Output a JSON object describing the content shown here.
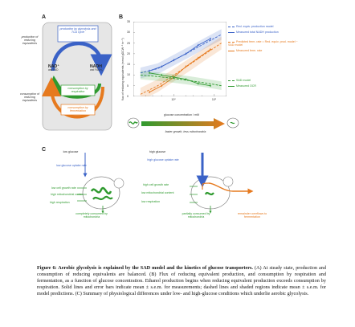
{
  "panels": {
    "a": "A",
    "b": "B",
    "c": "C"
  },
  "panel_a": {
    "production_label": "production of reducing equivalents",
    "consumption_label": "consumption of reducing equivalents",
    "production_box": "production by glycolysis and TCA cycle",
    "respiration_box": "consumption by respiration",
    "fermentation_box": "consumption by fermentation",
    "nad": "NAD⁺",
    "nad_sub": "and FAD",
    "nadh": "NADH",
    "nadh_sub": "and FADH₂"
  },
  "chart_data": {
    "type": "line",
    "ylabel": "flux of reducing equivalents (mmol gDCW⁻¹ hr⁻¹)",
    "xlabel": "glucose concentration / mM",
    "yticks": [
      0,
      5,
      10,
      15,
      20,
      25,
      30,
      35
    ],
    "ylim": [
      0,
      35
    ],
    "xticks_labels": [
      "10⁰",
      "10¹"
    ],
    "xscale": "log",
    "bottom_left_label": "faster growth, less mitochondria",
    "legend": [
      {
        "name": "Red. equiv. production model",
        "color": "#3a62c7"
      },
      {
        "name": "Measured total NADH production",
        "color": "#3a62c7"
      },
      {
        "name": "Predicted ferm. rate = Red. equiv. prod. model − SAD model",
        "color": "#e67a1f"
      },
      {
        "name": "Measured ferm. rate",
        "color": "#e67a1f"
      },
      {
        "name": "SAD model",
        "color": "#2f9a2f"
      },
      {
        "name": "Measured OCR",
        "color": "#2f9a2f"
      }
    ],
    "series": [
      {
        "name": "Red. equiv. production model",
        "x": [
          0.15,
          0.4,
          1,
          2.5,
          6,
          15
        ],
        "y": [
          11,
          13,
          17,
          21,
          25,
          29
        ]
      },
      {
        "name": "Measured total NADH production",
        "x": [
          0.25,
          0.5,
          1,
          2,
          4,
          8
        ],
        "y": [
          12,
          14,
          17,
          20,
          24,
          27
        ]
      },
      {
        "name": "Predicted ferm. rate",
        "x": [
          0.15,
          0.4,
          1,
          2.5,
          6,
          15
        ],
        "y": [
          1,
          5,
          10,
          15,
          20,
          25
        ]
      },
      {
        "name": "Measured ferm. rate",
        "x": [
          0.25,
          0.5,
          1,
          2,
          4,
          8
        ],
        "y": [
          2,
          5,
          9,
          14,
          18,
          22
        ]
      },
      {
        "name": "SAD model",
        "x": [
          0.15,
          0.4,
          1,
          2.5,
          6,
          15
        ],
        "y": [
          10,
          9.3,
          8.4,
          7.4,
          6.3,
          5
        ]
      },
      {
        "name": "Measured OCR",
        "x": [
          0.25,
          0.5,
          1,
          2,
          4,
          8
        ],
        "y": [
          11,
          10,
          9,
          8,
          6,
          5
        ]
      }
    ]
  },
  "panel_c": {
    "left": {
      "title": "low glucose",
      "uptake": "low glucose uptake rate",
      "growth": "low cell growth rate",
      "mito": "high mitochondrial content",
      "resp": "high respiration",
      "consumed": "completely consumed by mitochondria"
    },
    "right": {
      "title": "high glucose",
      "uptake": "high glucose uptake rate",
      "growth": "high cell growth rate",
      "mito": "low mitochondrial content",
      "resp": "low respiration",
      "consumed": "partially consumed by mitochondria",
      "overflow": "remainder overflows to fermentation"
    }
  },
  "caption": {
    "lead": "Figure 6: Aerobic glycolysis is explained by the SAD model and the kinetics of glucose transporters.",
    "body": " (A) At steady state, production and consumption of reducing equivalents are balanced. (B) Flux of reducing equivalent production, and consumption by respiration and fermentation, as a function of glucose concentration. Ethanol production begins when reducing equivalent production exceeds consumption by respiration. Solid lines and error bars indicate mean ± s.e.m. for measurements; dashed lines and shaded regions indicate mean ± s.e.m. for model predictions. (C) Summary of physiological differences under low- and high-glucose conditions which underlie aerobic glycolysis."
  }
}
